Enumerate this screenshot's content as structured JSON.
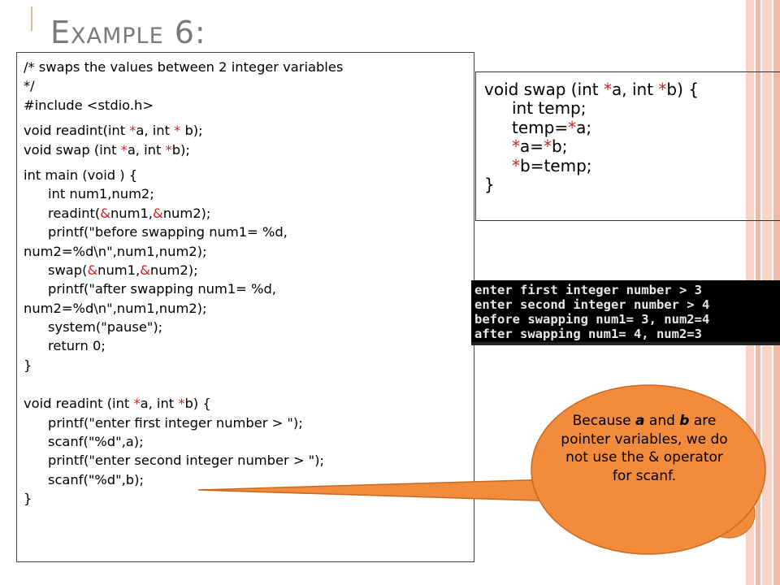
{
  "title": "Example 6:",
  "colors": {
    "accent_red": "#d12222",
    "callout_fill": "#f38b3c",
    "stripe_pink": "#f6c4b4"
  },
  "code_main": [
    {
      "ind": 0,
      "parts": [
        {
          "t": "/* swaps the values between 2 integer variables"
        }
      ]
    },
    {
      "ind": 0,
      "parts": [
        {
          "t": "*/"
        }
      ]
    },
    {
      "ind": 0,
      "parts": [
        {
          "t": "#include <stdio.h>"
        }
      ]
    },
    {
      "gap": true
    },
    {
      "ind": 0,
      "parts": [
        {
          "t": "void readint(int "
        },
        {
          "t": "*",
          "r": 1
        },
        {
          "t": "a, int "
        },
        {
          "t": "*",
          "r": 1
        },
        {
          "t": " b);"
        }
      ]
    },
    {
      "ind": 0,
      "parts": [
        {
          "t": "void swap (int "
        },
        {
          "t": "*",
          "r": 1
        },
        {
          "t": "a, int "
        },
        {
          "t": "*",
          "r": 1
        },
        {
          "t": "b);"
        }
      ]
    },
    {
      "gap": true
    },
    {
      "ind": 0,
      "parts": [
        {
          "t": "int main (void ) {"
        }
      ]
    },
    {
      "ind": 1,
      "parts": [
        {
          "t": "int num1,num2;"
        }
      ]
    },
    {
      "ind": 1,
      "parts": [
        {
          "t": "readint("
        },
        {
          "t": "&",
          "r": 1
        },
        {
          "t": "num1,"
        },
        {
          "t": "&",
          "r": 1
        },
        {
          "t": "num2);"
        }
      ]
    },
    {
      "ind": 1,
      "parts": [
        {
          "t": "printf(\"before swapping num1= %d,"
        }
      ]
    },
    {
      "ind": 0,
      "parts": [
        {
          "t": "num2=%d\\n\",num1,num2);"
        }
      ]
    },
    {
      "ind": 1,
      "parts": [
        {
          "t": "swap("
        },
        {
          "t": "&",
          "r": 1
        },
        {
          "t": "num1,"
        },
        {
          "t": "&",
          "r": 1
        },
        {
          "t": "num2);"
        }
      ]
    },
    {
      "ind": 1,
      "parts": [
        {
          "t": "printf(\"after swapping num1= %d,"
        }
      ]
    },
    {
      "ind": 0,
      "parts": [
        {
          "t": "num2=%d\\n\",num1,num2);"
        }
      ]
    },
    {
      "ind": 1,
      "parts": [
        {
          "t": "system(\"pause\");"
        }
      ]
    },
    {
      "ind": 1,
      "parts": [
        {
          "t": "return 0;"
        }
      ]
    },
    {
      "ind": 0,
      "parts": [
        {
          "t": "}"
        }
      ]
    },
    {
      "gap": true
    },
    {
      "gap": true
    },
    {
      "gap": true
    },
    {
      "ind": 0,
      "parts": [
        {
          "t": "void readint (int "
        },
        {
          "t": "*",
          "r": 1
        },
        {
          "t": "a, int "
        },
        {
          "t": "*",
          "r": 1
        },
        {
          "t": "b) {"
        }
      ]
    },
    {
      "ind": 1,
      "parts": [
        {
          "t": "printf(\"enter first integer number > \");"
        }
      ]
    },
    {
      "ind": 1,
      "parts": [
        {
          "t": "scanf(\"%d\",a);"
        }
      ]
    },
    {
      "ind": 1,
      "parts": [
        {
          "t": "printf(\"enter second integer number > \");"
        }
      ]
    },
    {
      "ind": 1,
      "parts": [
        {
          "t": "scanf(\"%d\",b);"
        }
      ]
    },
    {
      "ind": 0,
      "parts": [
        {
          "t": "}"
        }
      ]
    }
  ],
  "code_swap": [
    {
      "ind": 0,
      "parts": [
        {
          "t": "void swap (int "
        },
        {
          "t": "*",
          "r": 1
        },
        {
          "t": "a, int "
        },
        {
          "t": "*",
          "r": 1
        },
        {
          "t": "b) {"
        }
      ]
    },
    {
      "ind": 1,
      "parts": [
        {
          "t": "int temp;"
        }
      ]
    },
    {
      "ind": 1,
      "parts": [
        {
          "t": "temp="
        },
        {
          "t": "*",
          "r": 1
        },
        {
          "t": "a;"
        }
      ]
    },
    {
      "ind": 1,
      "parts": [
        {
          "t": "*",
          "r": 1
        },
        {
          "t": "a="
        },
        {
          "t": "*",
          "r": 1
        },
        {
          "t": "b;"
        }
      ]
    },
    {
      "ind": 1,
      "parts": [
        {
          "t": "*",
          "r": 1
        },
        {
          "t": "b=temp;"
        }
      ]
    },
    {
      "ind": 0,
      "parts": [
        {
          "t": "}"
        }
      ]
    }
  ],
  "console": [
    "enter first integer number > 3",
    "enter second integer number > 4",
    "before swapping num1= 3, num2=4",
    "after swapping num1= 4, num2=3"
  ],
  "callout": {
    "pre": "Because ",
    "a": "a",
    "mid": " and ",
    "b": "b",
    "post": " are pointer variables, we do not use the & operator for scanf."
  }
}
